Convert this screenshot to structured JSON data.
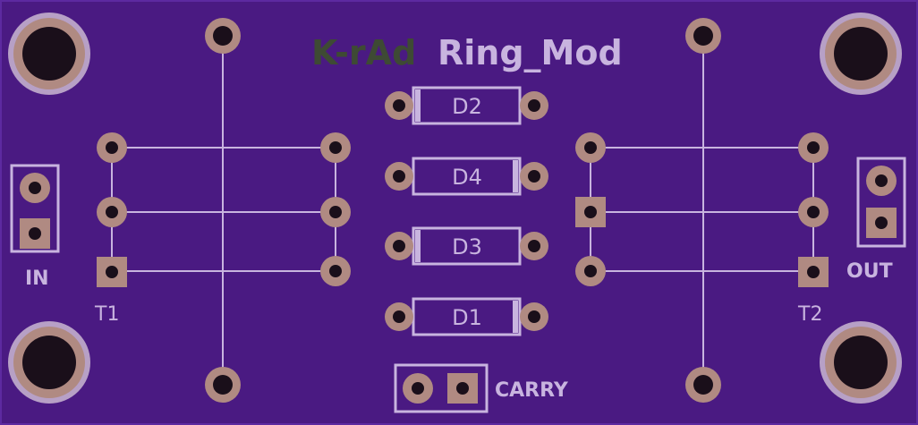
{
  "board": {
    "title_prefix": "K-rAd",
    "title_main": "Ring_Mod",
    "colors": {
      "board": "#4a1a82",
      "edge": "#5d2aa0",
      "silk": "#c8b4df",
      "pad": "#b08a82",
      "hole": "#1a0f1a",
      "title_prefix": "#3e4a34"
    }
  },
  "diodes": [
    {
      "label": "D2"
    },
    {
      "label": "D4"
    },
    {
      "label": "D3"
    },
    {
      "label": "D1"
    }
  ],
  "connectors": {
    "in_label": "IN",
    "out_label": "OUT",
    "carry_label": "CARRY"
  },
  "transformers": {
    "t1_label": "T1",
    "t2_label": "T2"
  }
}
